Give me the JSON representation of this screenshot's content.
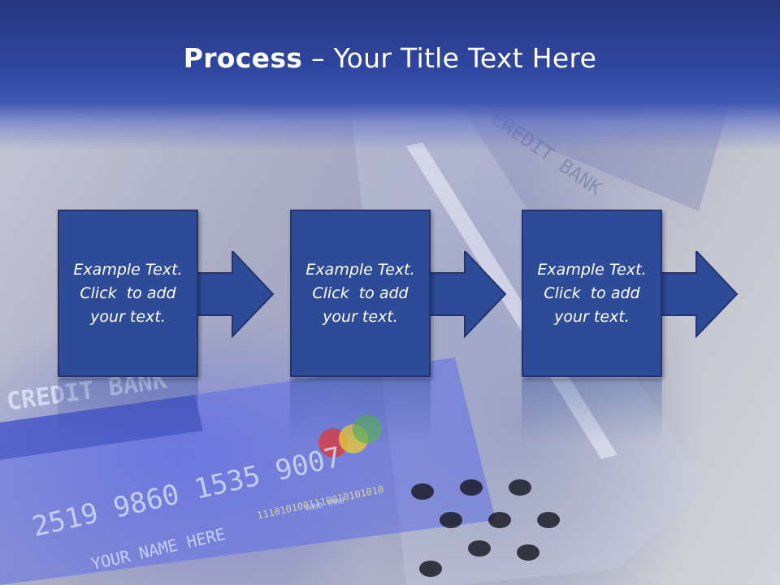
{
  "slide": {
    "title_bold": "Process",
    "title_rest": " – Your Title Text Here"
  },
  "background": {
    "card_bank": "CREDIT BANK",
    "card_number": "2519 9860 1535 9007",
    "card_name": "YOUR NAME HERE",
    "card_binary": "1110101001110010101010",
    "card_good_thru": "GOOD THRU",
    "slot_label": "CREDIT BANK"
  },
  "steps": [
    {
      "text": "Example Text.\nClick  to add\nyour text."
    },
    {
      "text": "Example Text.\nClick  to add\nyour text."
    },
    {
      "text": "Example Text.\nClick  to add\nyour text."
    }
  ],
  "colors": {
    "header": "#2f46a0",
    "box_fill": "#2e4b98",
    "box_border": "#24336d",
    "text": "#ffffff"
  }
}
